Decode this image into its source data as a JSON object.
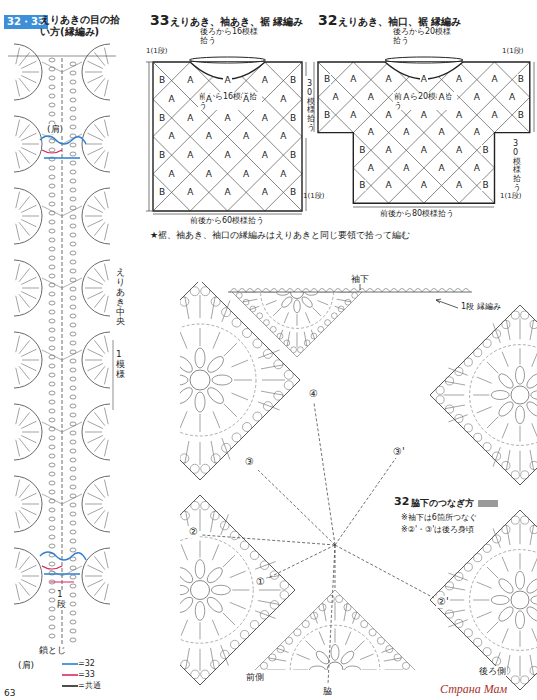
{
  "diagram": {
    "labels": [
      "32・33",
      "えりあきの目の拾い方(縁編み)",
      "(肩)",
      "えりあき中央",
      "1模様",
      "1段",
      "鎖とじ",
      "(肩)",
      "33",
      "えりあき、袖あき、裾 縁編み",
      "後ろから16模様拾う",
      "1(1段)",
      "前から16模様拾う",
      "30模様拾う",
      "前後から60模様拾う",
      "1(1段)",
      "32",
      "えりあき、袖口、裾 縁編み",
      "後ろから20模様拾う",
      "1(1段)",
      "前から20模様拾う",
      "30模様拾う",
      "前後から80模様拾う",
      "1(1段)",
      "★裾、袖あき、袖口の縁編みはえりあきと同じ要領で拾って編む",
      "袖下",
      "1段 縁編み",
      "④",
      "③",
      "③'",
      "②",
      "②'",
      "①",
      "32",
      "脇下のつなぎ方",
      "※袖下は6箇所つなぐ",
      "※②'・③'は後ろ身頃",
      "前側",
      "脇",
      "後ろ側",
      "63",
      "Страна Мам",
      "A",
      "A",
      "A",
      "A",
      "A",
      "A",
      "A",
      "A",
      "A",
      "A",
      "A",
      "A",
      "A",
      "A",
      "A",
      "A",
      "A",
      "A",
      "A",
      "A",
      "A",
      "A",
      "A",
      "A",
      "B",
      "B",
      "B",
      "B",
      "B",
      "B",
      "B",
      "B",
      "A",
      "A",
      "A",
      "A",
      "A",
      "A",
      "A",
      "A",
      "A",
      "A",
      "A",
      "A",
      "A",
      "A",
      "A",
      "A",
      "A",
      "A",
      "A",
      "A",
      "A",
      "A",
      "A",
      "A",
      "A",
      "A",
      "A",
      "A",
      "A",
      "A",
      "B",
      "B",
      "B",
      "B",
      "B",
      "B",
      "B",
      "B"
    ],
    "legend": [
      {
        "text": "=32"
      },
      {
        "text": "=33"
      },
      {
        "text": "=共通"
      }
    ]
  }
}
